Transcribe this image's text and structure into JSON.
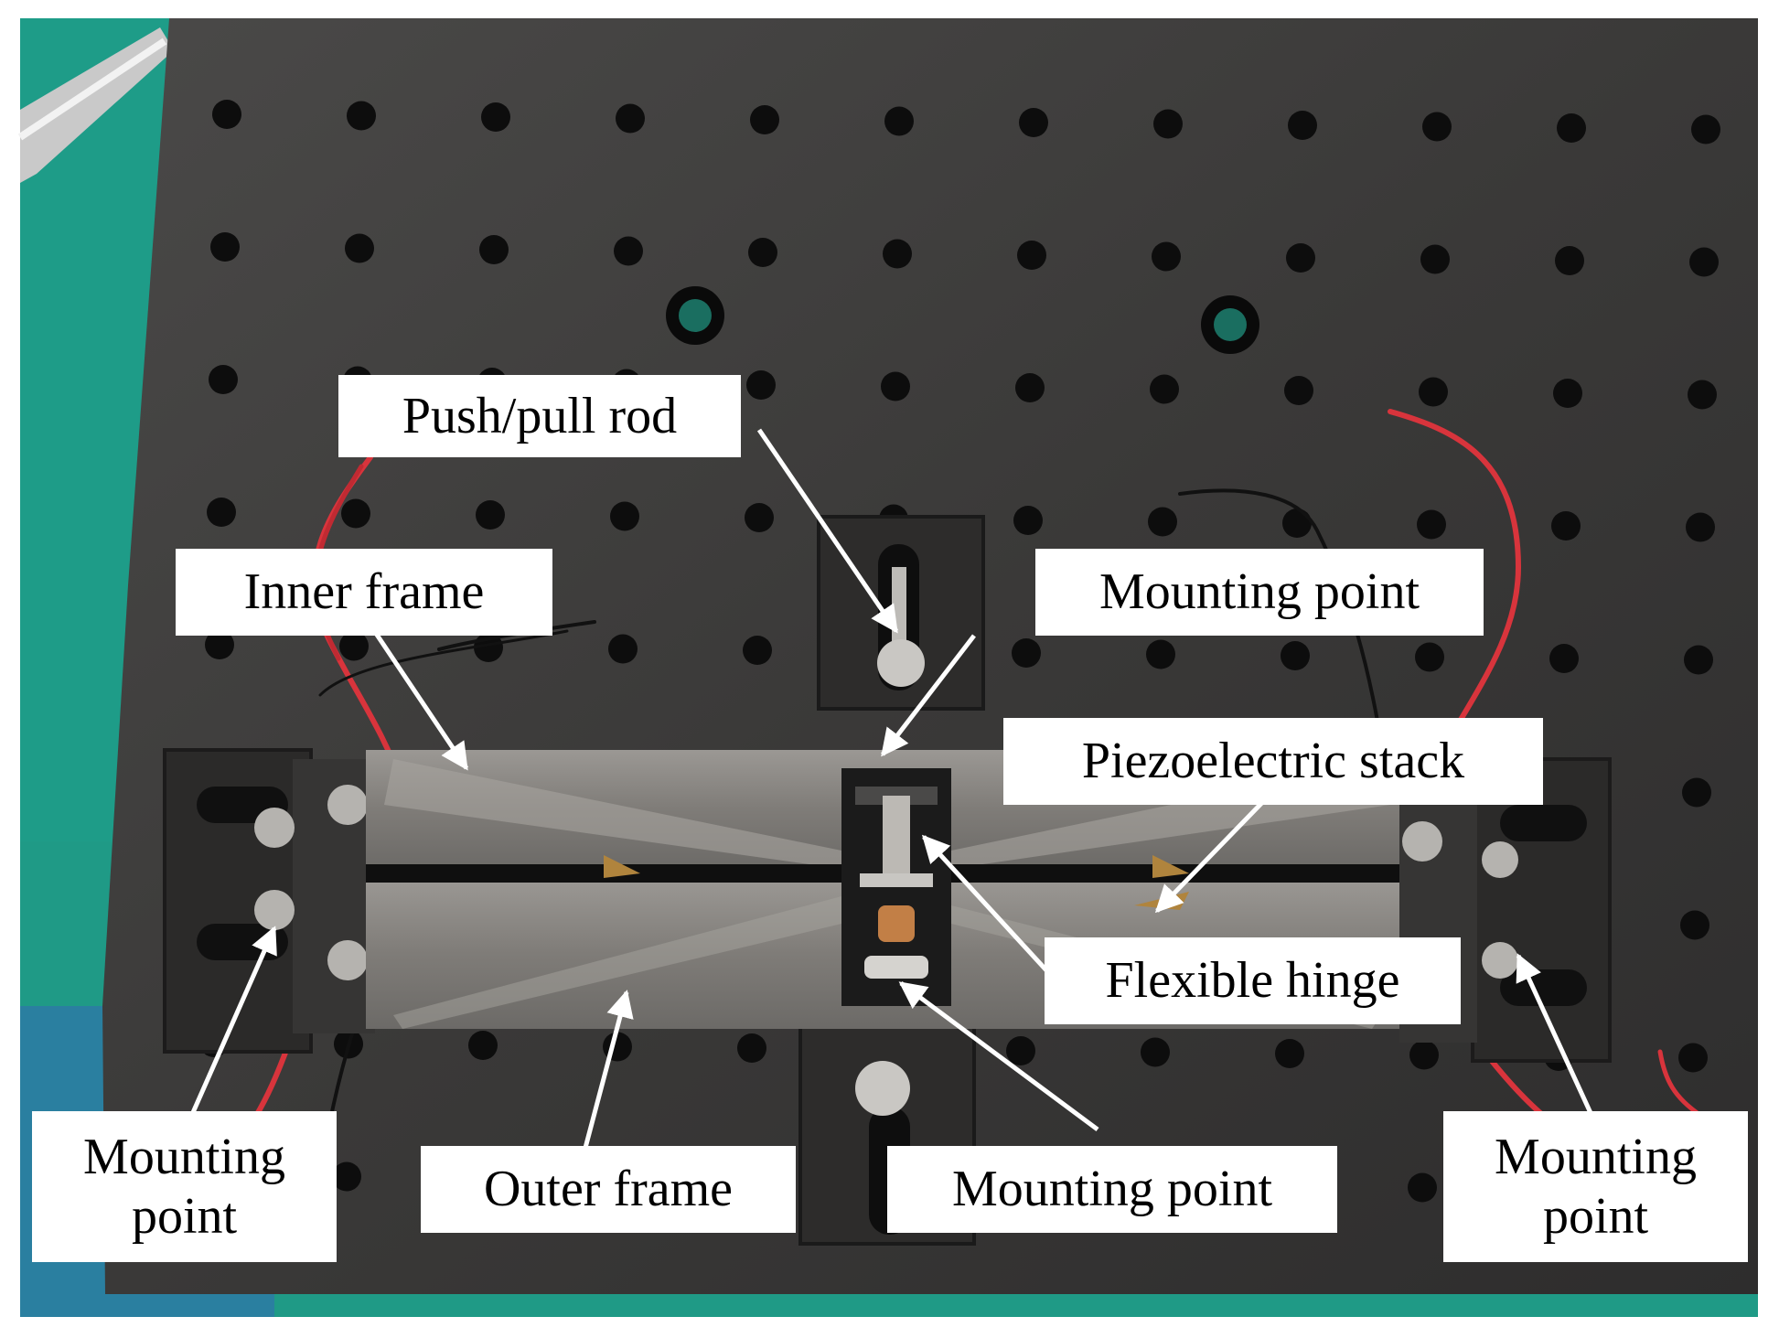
{
  "labels": {
    "push_pull_rod": "Push/pull rod",
    "inner_frame": "Inner frame",
    "mounting_point_top_right": "Mounting point",
    "piezoelectric_stack": "Piezoelectric stack",
    "flexible_hinge": "Flexible hinge",
    "mounting_point_left_line1": "Mounting",
    "mounting_point_left_line2": "point",
    "outer_frame": "Outer frame",
    "mounting_point_bottom_center": "Mounting point",
    "mounting_point_right_line1": "Mounting",
    "mounting_point_right_line2": "point"
  },
  "colors": {
    "background_desk": "#1f9a86",
    "plate": "#3c3b3a",
    "holes": "#0d0d0d",
    "steel": "#8a8783",
    "wire_red": "#d8343c",
    "wire_black": "#111111",
    "callout_bg": "#ffffff",
    "callout_text": "#000000",
    "arrow": "#ffffff"
  }
}
